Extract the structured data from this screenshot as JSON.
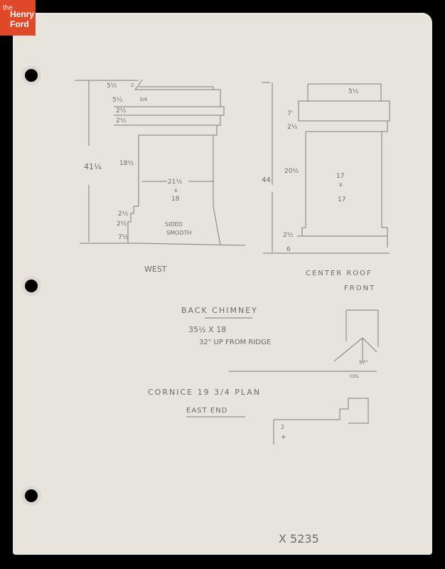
{
  "logo": {
    "line1": "the",
    "line2": "Henry",
    "line3": "Ford"
  },
  "west": {
    "dims": [
      "5½",
      "2",
      "5½",
      "3/4",
      "2½",
      "2½",
      "18½",
      "41¼",
      "21½",
      "x",
      "18",
      "2½",
      "2½",
      "7½"
    ],
    "note1": "SIDED",
    "note2": "SMOOTH",
    "label": "WEST"
  },
  "center": {
    "dims": [
      "5½",
      "7'",
      "2½",
      "20½",
      "44",
      "17",
      "x",
      "17",
      "2½",
      "6"
    ],
    "label1": "CENTER ROOF",
    "label2": "FRONT"
  },
  "back_chimney": {
    "title": "BACK CHIMNEY",
    "size": "35½ X 18",
    "note": "32\" UP FROM RIDGE",
    "angle": "57°",
    "ceil": "CEIL"
  },
  "cornice": {
    "title": "CORNICE 19 3/4 PLAN",
    "subtitle": "EAST END",
    "dims": [
      "2",
      "+"
    ]
  },
  "catalog_number": "X 5235"
}
